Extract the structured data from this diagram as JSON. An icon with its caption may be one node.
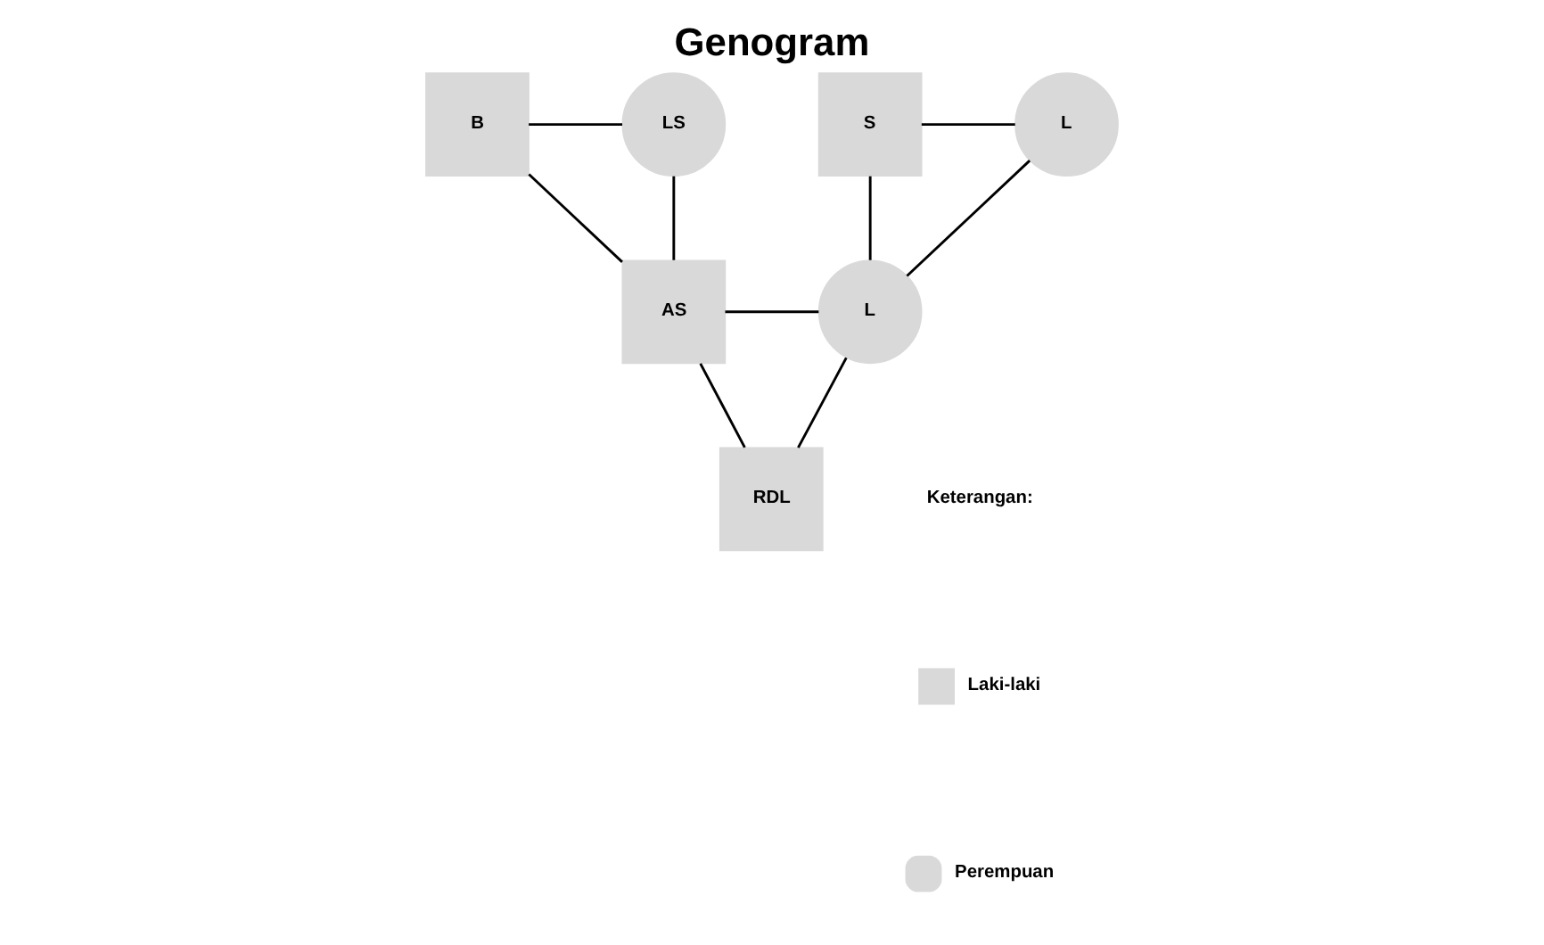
{
  "diagram": {
    "title": "Genogram",
    "nodes": [
      {
        "text": [
          "B"
        ]
      },
      {
        "text": [
          "LS"
        ]
      },
      {
        "text": [
          "S"
        ]
      },
      {
        "text": [
          "L"
        ]
      },
      {
        "text": [
          "AS"
        ]
      },
      {
        "text": [
          "L"
        ]
      },
      {
        "text": [
          "RDL"
        ]
      }
    ],
    "edges": [
      {
        "from": 0,
        "to": 1,
        "arrow": "none"
      },
      {
        "from": 0,
        "to": 4,
        "arrow": "none"
      },
      {
        "from": 1,
        "to": 4,
        "arrow": "none"
      },
      {
        "from": 2,
        "to": 3,
        "arrow": "none"
      },
      {
        "from": 2,
        "to": 5,
        "arrow": "none"
      },
      {
        "from": 3,
        "to": 5,
        "arrow": "none"
      },
      {
        "from": 4,
        "to": 5,
        "arrow": "none"
      },
      {
        "from": 4,
        "to": 6,
        "arrow": "none"
      },
      {
        "from": 5,
        "to": 6,
        "arrow": "none"
      }
    ],
    "labels": [
      "Keterangan:"
    ],
    "legend": [
      {
        "text": "Laki-laki"
      },
      {
        "text": "Perempuan"
      }
    ]
  }
}
